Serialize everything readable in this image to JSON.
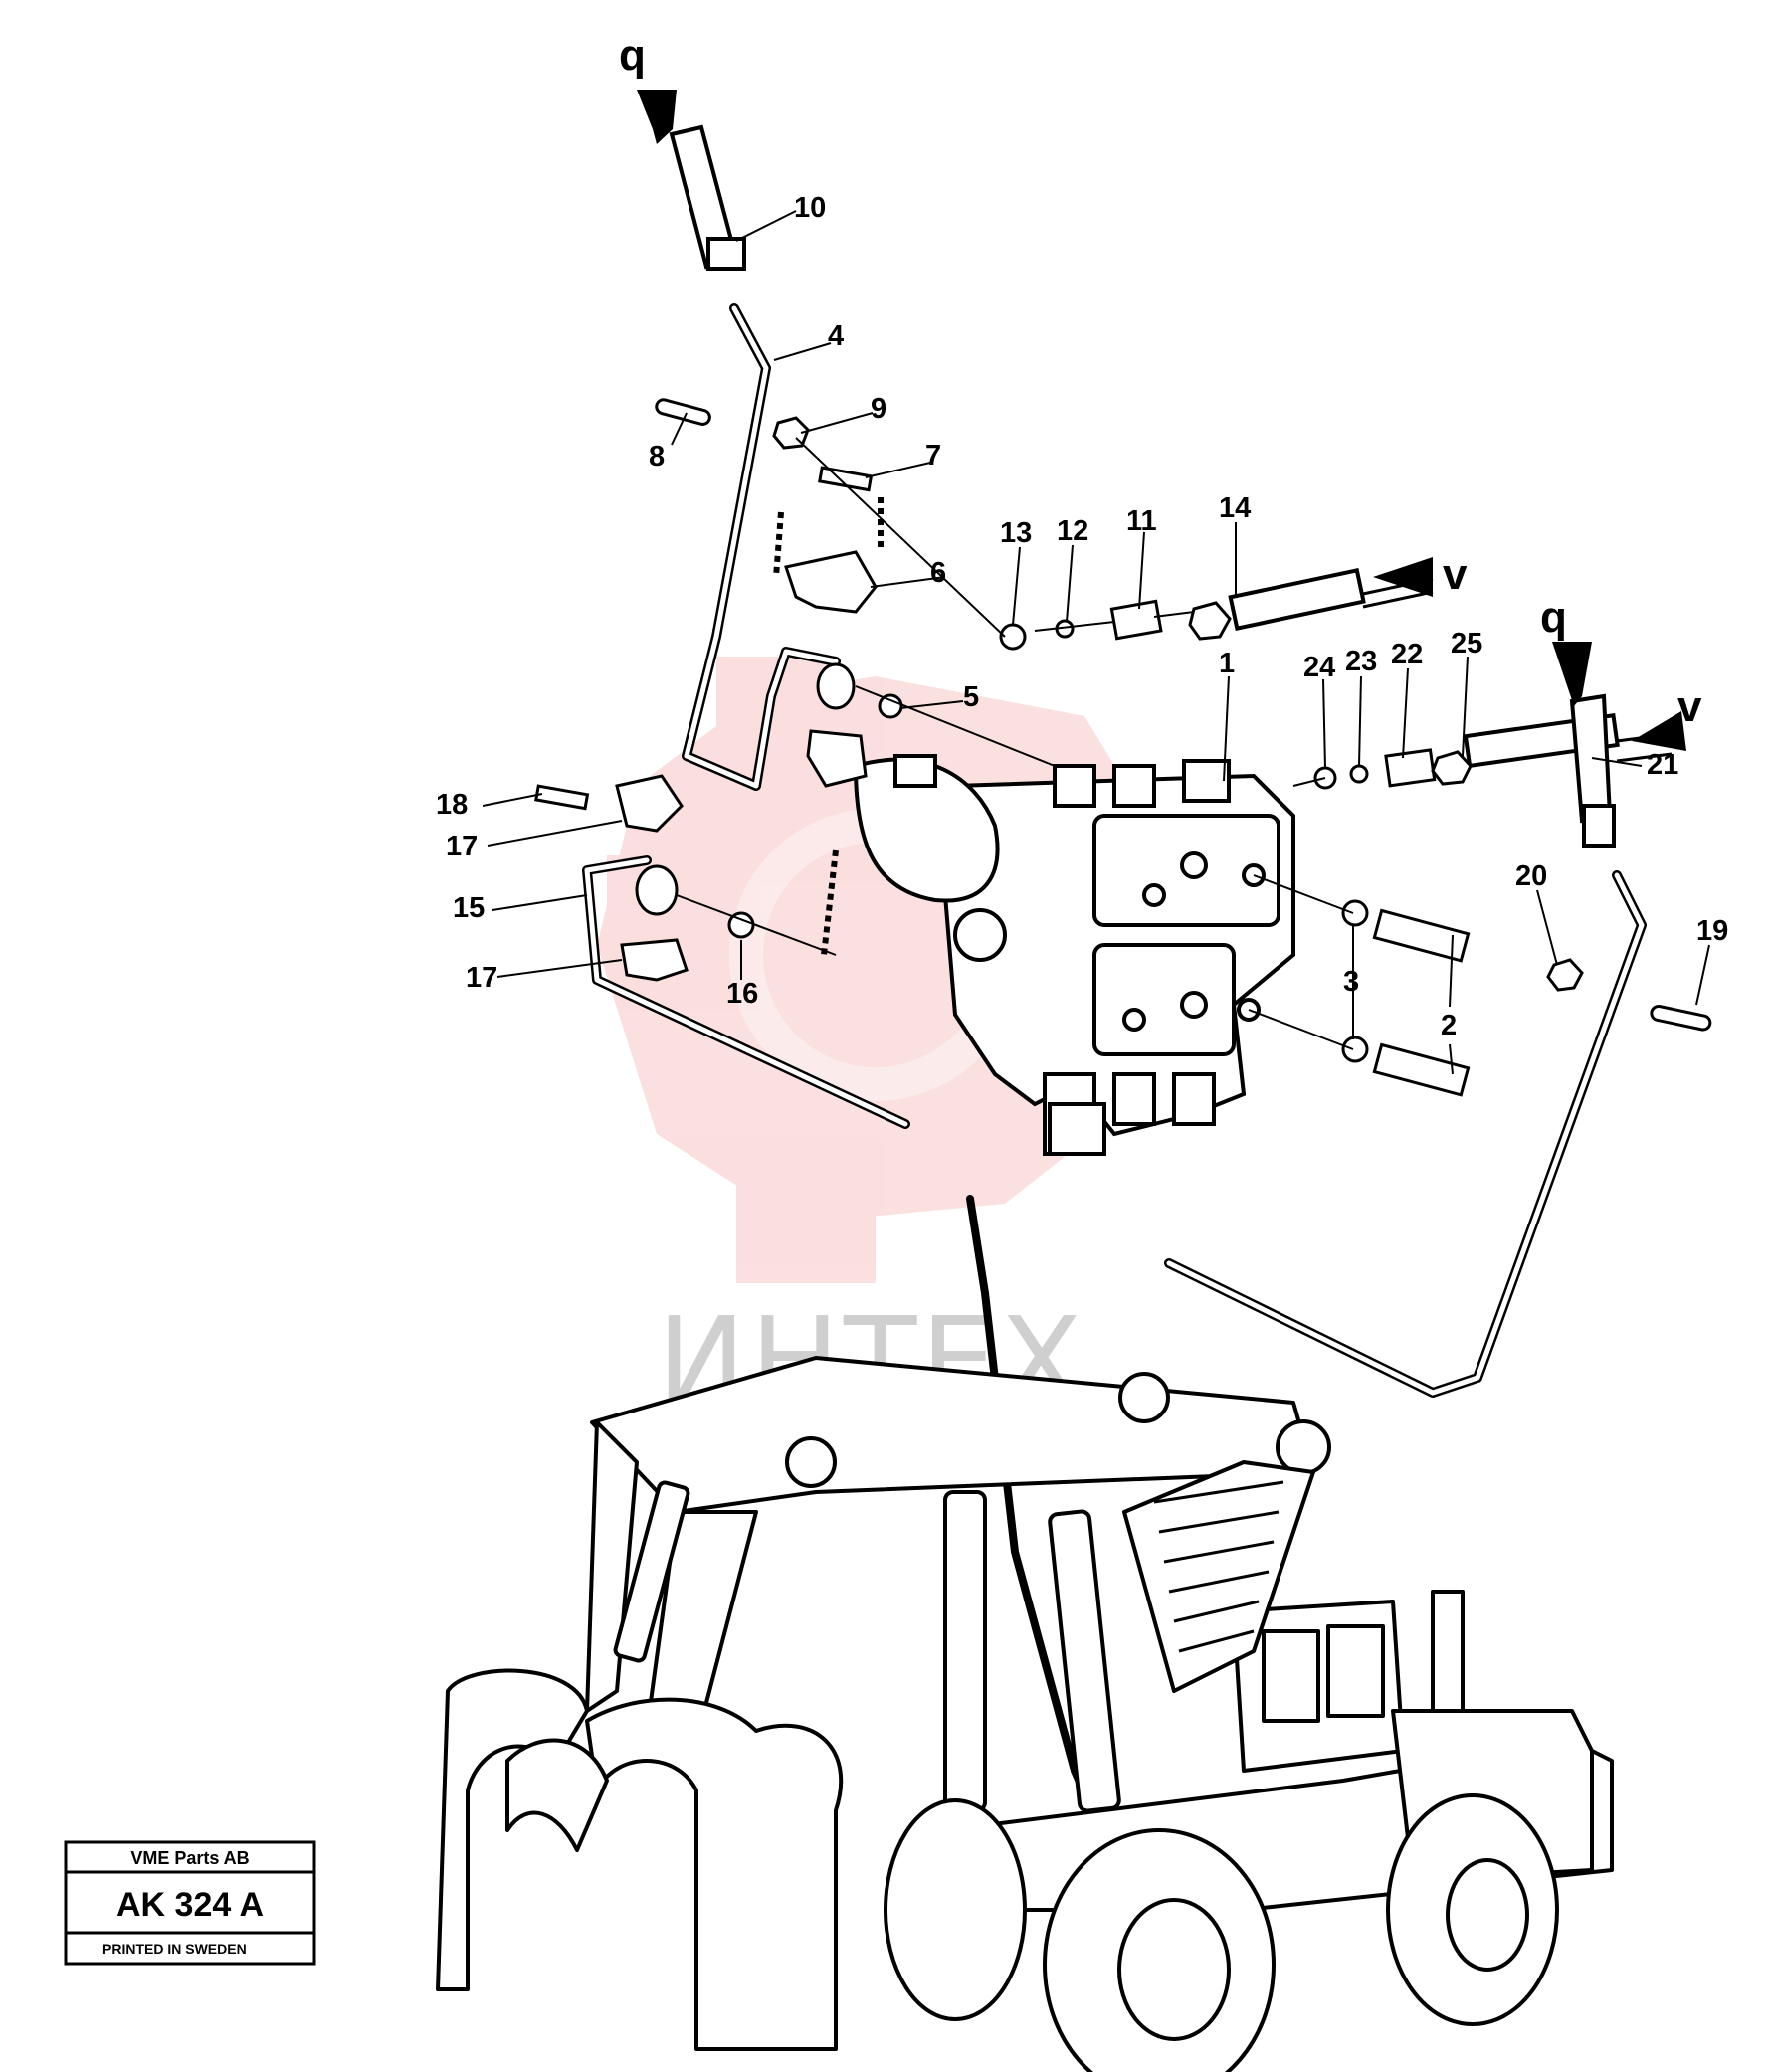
{
  "diagram": {
    "callouts": [
      "1",
      "2",
      "3",
      "4",
      "5",
      "6",
      "7",
      "8",
      "9",
      "10",
      "11",
      "12",
      "13",
      "14",
      "15",
      "16",
      "17",
      "17",
      "18",
      "19",
      "20",
      "21",
      "22",
      "23",
      "24",
      "25"
    ],
    "flow_marks": [
      "q",
      "v",
      "q",
      "v"
    ],
    "watermark": "ИНТЕХ",
    "title_block": {
      "company": "VME Parts AB",
      "drawing_code": "AK 324 A",
      "printed": "PRINTED IN SWEDEN"
    },
    "colors": {
      "line": "#000000",
      "watermark": "#e84a4a"
    }
  }
}
